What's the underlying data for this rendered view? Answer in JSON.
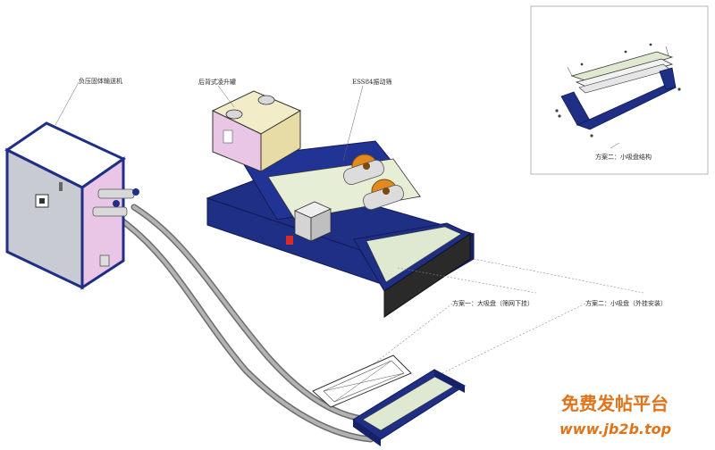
{
  "labels": {
    "vacuum_unit": "负压固体输送机",
    "hopper": "后背式凌升罐",
    "shaker": "ESS84振动筛",
    "option_one": "方案一：大吸盘（筛网下挂）",
    "option_two": "方案二：小吸盘（外挂安装）",
    "inset_caption": "方案二：小吸盘结构"
  },
  "watermark": {
    "line1": "免费发帖平台",
    "line2": "www.jb2b.top"
  },
  "colors": {
    "frame_blue": "#1f2f86",
    "frame_dark": "#111a55",
    "panel_grey": "#c9cbd2",
    "panel_pink": "#e9c6e6",
    "hopper_yellow": "#e8dca6",
    "tray_green": "#dfe9d2",
    "motor_orange": "#e2891f",
    "hose_grey": "#8a8a8a",
    "watermark_orange": "#e0741a"
  }
}
